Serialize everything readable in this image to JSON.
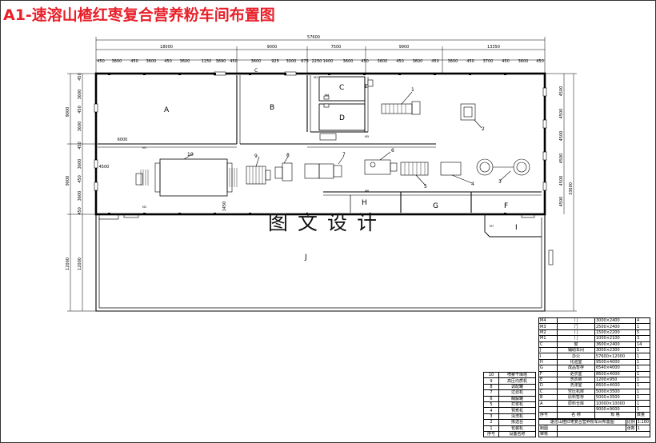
{
  "title": "A1-速溶山楂红枣复合营养粉车间布置图",
  "watermark": "图文设计",
  "dimensions": {
    "total_width": "57600",
    "total_height": "33600",
    "top_segments": [
      "18000",
      "9000",
      "7500",
      "9900",
      "13350"
    ],
    "top_spans": [
      "450",
      "3600",
      "450",
      "3600",
      "450",
      "3600",
      "1150",
      "3890",
      "450",
      "3600",
      "925",
      "3000",
      "675",
      "2250",
      "1400",
      "3600",
      "450",
      "3600",
      "450",
      "3600",
      "450",
      "3600",
      "450",
      "3700",
      "450",
      "3600",
      "450"
    ],
    "left_side": [
      "450",
      "3600",
      "450",
      "3600",
      "450",
      "3600",
      "450",
      "3600",
      "450",
      "12000"
    ],
    "left_outer": [
      "9000",
      "9000",
      "12000"
    ],
    "right_side": [
      "4500",
      "4500",
      "4500",
      "4500",
      "4500",
      "4500"
    ],
    "inner_6000": "6000",
    "inner_4500": "4500",
    "inner_4500b": "4500",
    "bottom_mark": "45",
    "vertical_mark": "1450"
  },
  "rooms": {
    "A": "A",
    "B": "B",
    "C_top": "C",
    "C": "C",
    "D": "D",
    "E": "E",
    "F": "F",
    "G": "G",
    "H": "H",
    "I": "I",
    "J": "J"
  },
  "equipment_labels": [
    "1",
    "2",
    "3",
    "4",
    "5",
    "6",
    "7",
    "8",
    "9",
    "10"
  ],
  "door_codes": [
    "M1",
    "M2",
    "M3",
    "M4",
    "M5",
    "M6",
    "M7"
  ],
  "room_table": {
    "rows": [
      {
        "code": "M4",
        "name": "门",
        "spec": "3000×2400",
        "qty": "4"
      },
      {
        "code": "M3",
        "name": "门",
        "spec": "2500×2400",
        "qty": "1"
      },
      {
        "code": "M2",
        "name": "门",
        "spec": "1500×2200",
        "qty": "5"
      },
      {
        "code": "M1",
        "name": "门",
        "spec": "1000×2100",
        "qty": "3"
      },
      {
        "code": "C",
        "name": "窗",
        "spec": "3600×2400",
        "qty": "14"
      },
      {
        "code": "J",
        "name": "辅助车间",
        "spec": "3000×2300",
        "qty": "1"
      },
      {
        "code": "I",
        "name": "办公",
        "spec": "57600×12000",
        "qty": "1"
      },
      {
        "code": "H",
        "name": "化验室",
        "spec": "9500×4000",
        "qty": "1"
      },
      {
        "code": "G",
        "name": "成品暂存",
        "spec": "6540×4000",
        "qty": "1"
      },
      {
        "code": "F",
        "name": "更衣室",
        "spec": "8600×4000",
        "qty": "1"
      },
      {
        "code": "E",
        "name": "洗衣房",
        "spec": "1200×950",
        "qty": "1"
      },
      {
        "code": "D",
        "name": "洗涤室",
        "spec": "6600×4000",
        "qty": "1"
      },
      {
        "code": "C",
        "name": "空压机房",
        "spec": "5000×3500",
        "qty": "1"
      },
      {
        "code": "B",
        "name": "原料暂存",
        "spec": "5000×3500",
        "qty": "1"
      },
      {
        "code": "A",
        "name": "原料仓库",
        "spec": "10000×10000",
        "qty": "1"
      },
      {
        "code": "",
        "name": "",
        "spec": "9000×9000",
        "qty": "1"
      }
    ],
    "header": {
      "code": "序号",
      "name": "名 称",
      "spec": "规 格",
      "qty": "数量"
    }
  },
  "equipment_table": {
    "rows": [
      {
        "no": "10",
        "name": "喷雾干燥塔"
      },
      {
        "no": "9",
        "name": "高压均质机"
      },
      {
        "no": "8",
        "name": "调配罐"
      },
      {
        "no": "7",
        "name": "过滤机"
      },
      {
        "no": "6",
        "name": "酶解罐"
      },
      {
        "no": "5",
        "name": "打浆机"
      },
      {
        "no": "4",
        "name": "预煮机"
      },
      {
        "no": "3",
        "name": "清洗机"
      },
      {
        "no": "2",
        "name": "拣选台"
      },
      {
        "no": "1",
        "name": "包装机"
      }
    ],
    "header": {
      "no": "序号",
      "name": "设备名称"
    }
  },
  "title_block": {
    "drawing_name": "速溶山楂红枣复合营养粉车间布置图",
    "scale_label": "比例",
    "scale": "1:100",
    "sheet_label": "张数",
    "sheet": "1",
    "row_labels": [
      "制图",
      "审核"
    ]
  }
}
